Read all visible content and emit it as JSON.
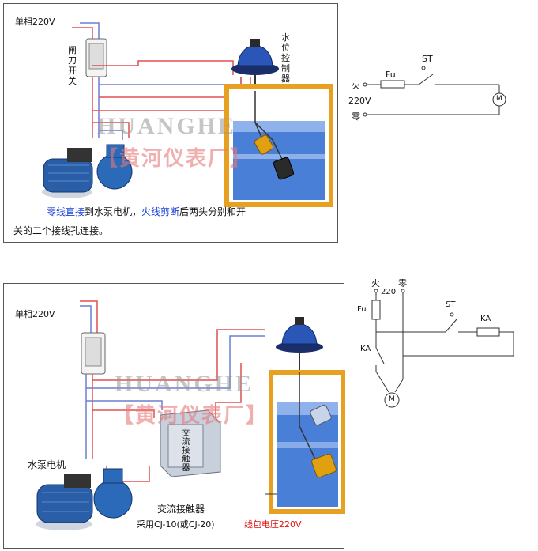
{
  "panel1": {
    "source_label": "单相220V",
    "knife_switch_label": "闸刀开关",
    "controller_label": "水位控制器",
    "watermark_en": "HUANGHE",
    "watermark_cn": "【黄河仪表厂】",
    "caption": [
      {
        "text": "零线直接",
        "color": "blue"
      },
      {
        "text": "到水泵电机，",
        "color": "black"
      },
      {
        "text": "火线剪断",
        "color": "blue"
      },
      {
        "text": "后两头分别和开",
        "color": "black"
      }
    ],
    "caption_line2": "关的二个接线孔连接。"
  },
  "schematic1": {
    "live": "火",
    "voltage": "220V",
    "neutral": "零",
    "fuse": "Fu",
    "switch": "ST",
    "motor": "M"
  },
  "panel2": {
    "source_label": "单相220V",
    "pump_label": "水泵电机",
    "contactor_box_text": "交流接触器",
    "watermark_en": "HUANGHE",
    "watermark_cn": "【黄河仪表厂】",
    "contactor_label": "交流接触器",
    "spec_text": "采用CJ-10(或CJ-20)",
    "coil_voltage_text": "线包电压220V"
  },
  "schematic2": {
    "live": "火",
    "neutral": "零",
    "voltage": "220",
    "fuse": "Fu",
    "switch": "ST",
    "coil": "KA",
    "contact": "KA",
    "motor": "M"
  },
  "colors": {
    "wire_red": "#e05050",
    "wire_blue": "#6a7fd0",
    "tank_frame": "#e8a020",
    "water": "#4a7fd8",
    "float": "#e0a010",
    "pump": "#2a5fa8"
  }
}
